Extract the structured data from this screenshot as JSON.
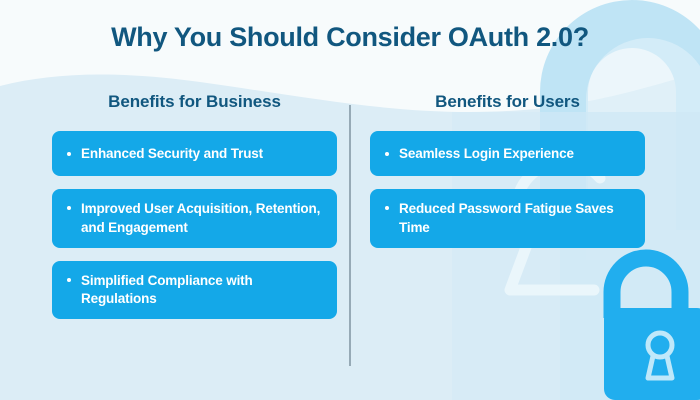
{
  "title": "Why You Should Consider OAuth 2.0?",
  "columns": [
    {
      "heading": "Benefits for Business",
      "items": [
        {
          "text": "Enhanced Security and Trust",
          "lines": 1
        },
        {
          "text": "Improved User Acquisition, Retention, and Engagement",
          "lines": 2
        },
        {
          "text": "Simplified Compliance with Regulations",
          "lines": 2
        }
      ]
    },
    {
      "heading": "Benefits for Users",
      "items": [
        {
          "text": "Seamless Login Experience",
          "lines": 1
        },
        {
          "text": "Reduced Password Fatigue Saves Time",
          "lines": 2
        }
      ]
    }
  ],
  "graphics": {
    "padlock_icon": "open-padlock-icon",
    "keyhole_outline_icon": "keyhole-outline-icon",
    "shackle_arch_icon": "lock-shackle-arch-icon",
    "wave_icon": "wave-divider-icon"
  },
  "colors": {
    "background": "#dcedf6",
    "background_top": "#f7fbfc",
    "heading_text": "#11577f",
    "box_fill": "#14a8e8",
    "box_text": "#ffffff",
    "divider": "#7f93a0",
    "padlock": "#21aeee",
    "outline": "#e8f4fa",
    "arch_light": "#bfe4f5"
  }
}
